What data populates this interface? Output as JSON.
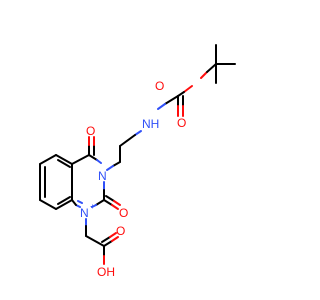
{
  "colors": {
    "background": "#ffffff",
    "carbon": "#000000",
    "oxygen": "#ff0d0d",
    "nitrogen": "#3050f8"
  },
  "labels": {
    "o_carbamate_carbonyl": "O",
    "o_carbamate_ester": "O",
    "nh": "NH",
    "o_c4": "O",
    "n3": "N",
    "o_c2": "O",
    "n1": "N",
    "n1_charge": "+",
    "o_acid": "O",
    "oh_acid": "OH"
  }
}
